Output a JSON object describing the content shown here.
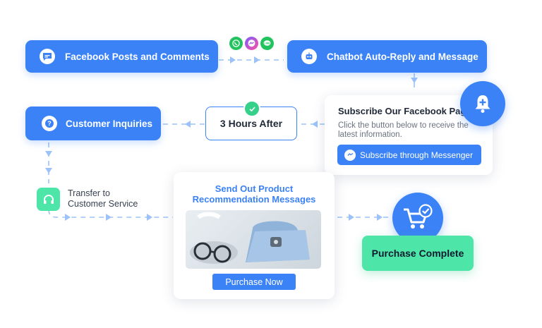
{
  "nodes": {
    "facebook_posts": "Facebook Posts and Comments",
    "chatbot": "Chatbot Auto-Reply and Message",
    "customer_inquiries": "Customer Inquiries",
    "hours_after": "3 Hours After",
    "transfer_service": "Transfer to\nCustomer Service",
    "purchase_complete": "Purchase Complete"
  },
  "subscribe_card": {
    "title": "Subscribe Our Facebook Page",
    "body": "Click the button below to receive the latest information.",
    "button": "Subscribe through Messenger"
  },
  "product_card": {
    "title": "Send Out Product Recommendation Messages",
    "button": "Purchase Now"
  },
  "channels": [
    "whatsapp-icon",
    "messenger-icon",
    "line-icon"
  ],
  "colors": {
    "primary_blue": "#3b82f6",
    "arrow_blue": "#9cc2f8",
    "success_green": "#4ee6a8",
    "check_green": "#35d08a",
    "text_dark": "#1f2937"
  }
}
